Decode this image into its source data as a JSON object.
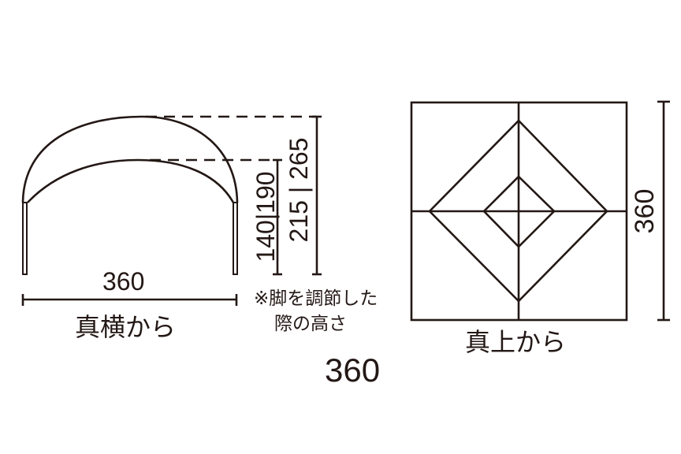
{
  "side_view": {
    "caption": "真横から",
    "width_label": "360",
    "height_low_label": "140|190",
    "height_high_label": "215 | 265"
  },
  "note": {
    "line1": "※脚を調節した",
    "line2": "際の高さ"
  },
  "top_view": {
    "caption": "真上から",
    "width_label": "360",
    "depth_label": "360"
  },
  "colors": {
    "line": "#231815",
    "background": "#ffffff"
  }
}
